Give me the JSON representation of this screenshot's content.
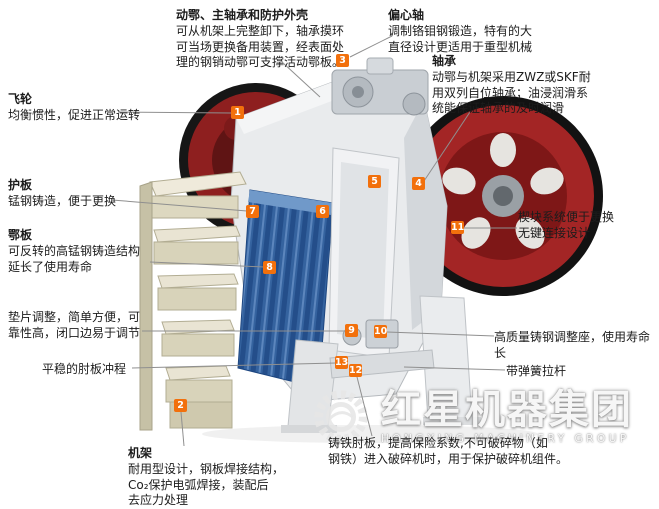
{
  "labels": {
    "moving_jaw": {
      "title": "动鄂、主轴承和防护外壳",
      "body": "可从机架上完整卸下，轴承摸环\n可当场更换备用装置，经表面处\n理的钢销动鄂可支撑活动鄂板。"
    },
    "eccentric_shaft": {
      "title": "偏心轴",
      "body": "调制铬钼钢锻造，特有的大\n直径设计更适用于重型机械"
    },
    "bearing": {
      "title": "轴承",
      "body": "动鄂与机架采用ZWZ或SKF耐\n用双列自位轴承；油浸润滑系\n统能保证轴承的及时润滑"
    },
    "flywheel": {
      "title": "飞轮",
      "body": "均衡惯性，促进正常运转"
    },
    "guard_plate": {
      "title": "护板",
      "body": "锰钢铸造，便于更换"
    },
    "jaw_plate": {
      "title": "鄂板",
      "body": "可反转的高锰钢铸造结构\n延长了使用寿命"
    },
    "shim_adjust": {
      "body": "垫片调整，简单方便，可\n靠性高，闭口边易于调节"
    },
    "toggle_stroke": {
      "body": "平稳的肘板冲程"
    },
    "frame": {
      "title": "机架",
      "body": "耐用型设计，钢板焊接结构，\nCo₂保护电弧焊接，装配后\n去应力处理"
    },
    "toggle_plate": {
      "body": "铸铁肘板，提高保险系数,不可破碎物（如\n钢铁）进入破碎机时，用于保护破碎机组件。"
    },
    "wedge_system": {
      "body": "楔块系统便于更换\n无键连接设计"
    },
    "adjust_seat": {
      "body": "高质量铸钢调整座，使用寿命长"
    },
    "spring_rod": {
      "body": "带弹簧拉杆"
    }
  },
  "badges": [
    "1",
    "2",
    "3",
    "4",
    "5",
    "6",
    "7",
    "8",
    "9",
    "10",
    "11",
    "12",
    "13"
  ],
  "watermark": {
    "name": "红星机器集团",
    "subtitle": "HONGXING MACHINERY GROUP"
  },
  "colors": {
    "badge": "#f2700c",
    "flywheel_red": "#a32525",
    "jaw_blue": "#35639f",
    "chute_cream": "#ddd8c0"
  }
}
